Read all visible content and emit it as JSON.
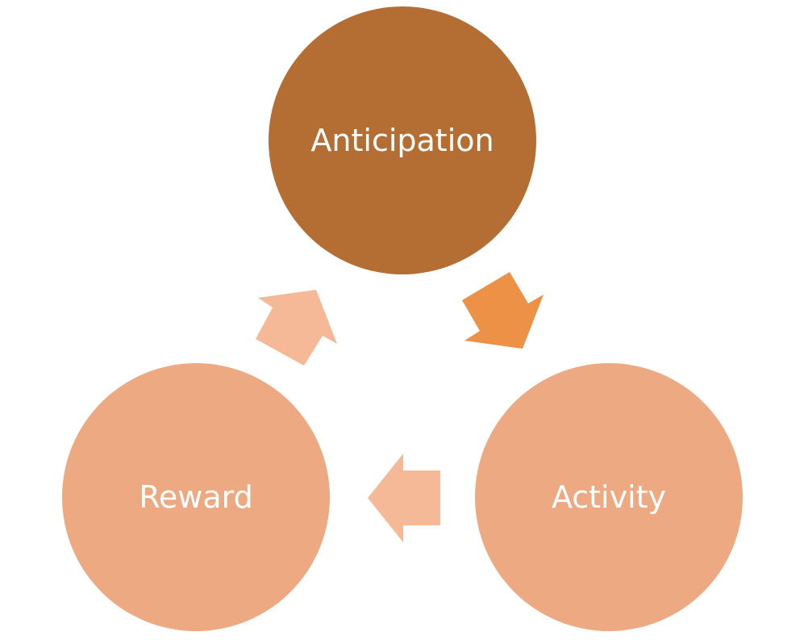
{
  "nodes": [
    {
      "label": "Anticipation",
      "color": "#B46E34"
    },
    {
      "label": "Activity",
      "color": "#EDA982"
    },
    {
      "label": "Reward",
      "color": "#EDA982"
    }
  ],
  "arrows": [
    {
      "from": "Anticipation",
      "to": "Activity",
      "color": "#EC9146"
    },
    {
      "from": "Activity",
      "to": "Reward",
      "color": "#F6B998"
    },
    {
      "from": "Reward",
      "to": "Anticipation",
      "color": "#F6B998"
    }
  ]
}
